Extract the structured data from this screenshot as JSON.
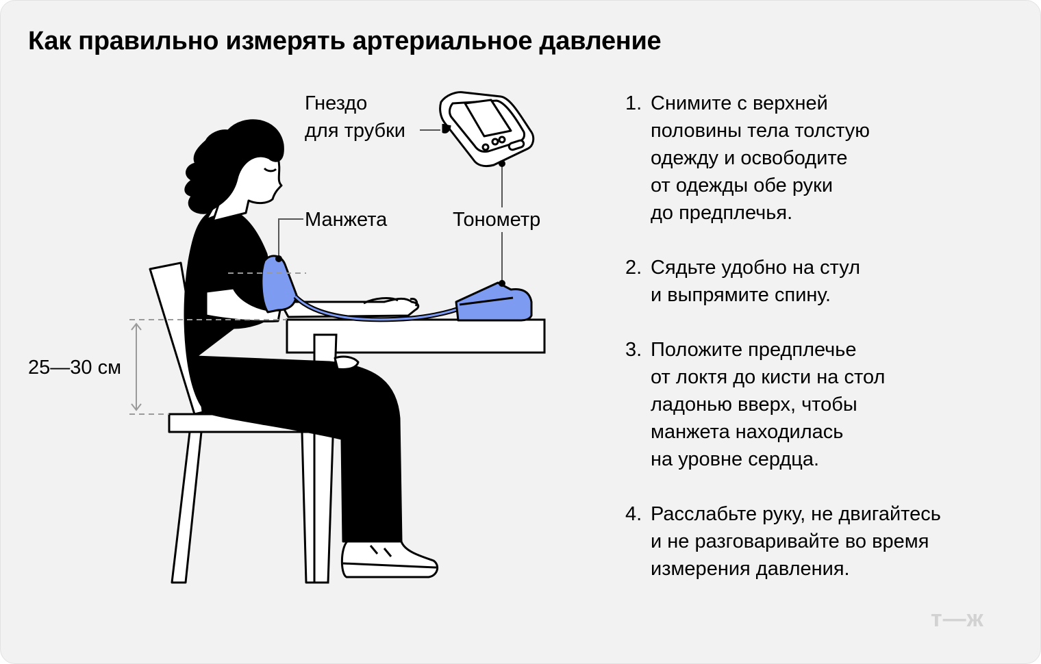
{
  "title": "Как правильно измерять артериальное давление",
  "labels": {
    "socket": "Гнездо\nдля трубки",
    "cuff": "Манжета",
    "tonometer": "Тонометр",
    "height": "25—30 см"
  },
  "steps": [
    {
      "num": "1.",
      "text": "Снимите с верхней\nполовины тела толстую\nодежду и освободите\nот одежды обе руки\nдо предплечья."
    },
    {
      "num": "2.",
      "text": "Сядьте удобно на стул\nи выпрямите спину."
    },
    {
      "num": "3.",
      "text": "Положите предплечье\nот локтя до кисти на стол\nладонью вверх, чтобы\nманжета находилась\nна уровне сердца."
    },
    {
      "num": "4.",
      "text": "Расслабьте руку, не двигайтесь\nи не разговаривайте во время\nизмерения давления."
    }
  ],
  "logo": "т—ж",
  "colors": {
    "background": "#f2f2f2",
    "cuff_blue": "#7e9bf2",
    "ink": "#000000",
    "guide_gray": "#9a9a9a"
  }
}
